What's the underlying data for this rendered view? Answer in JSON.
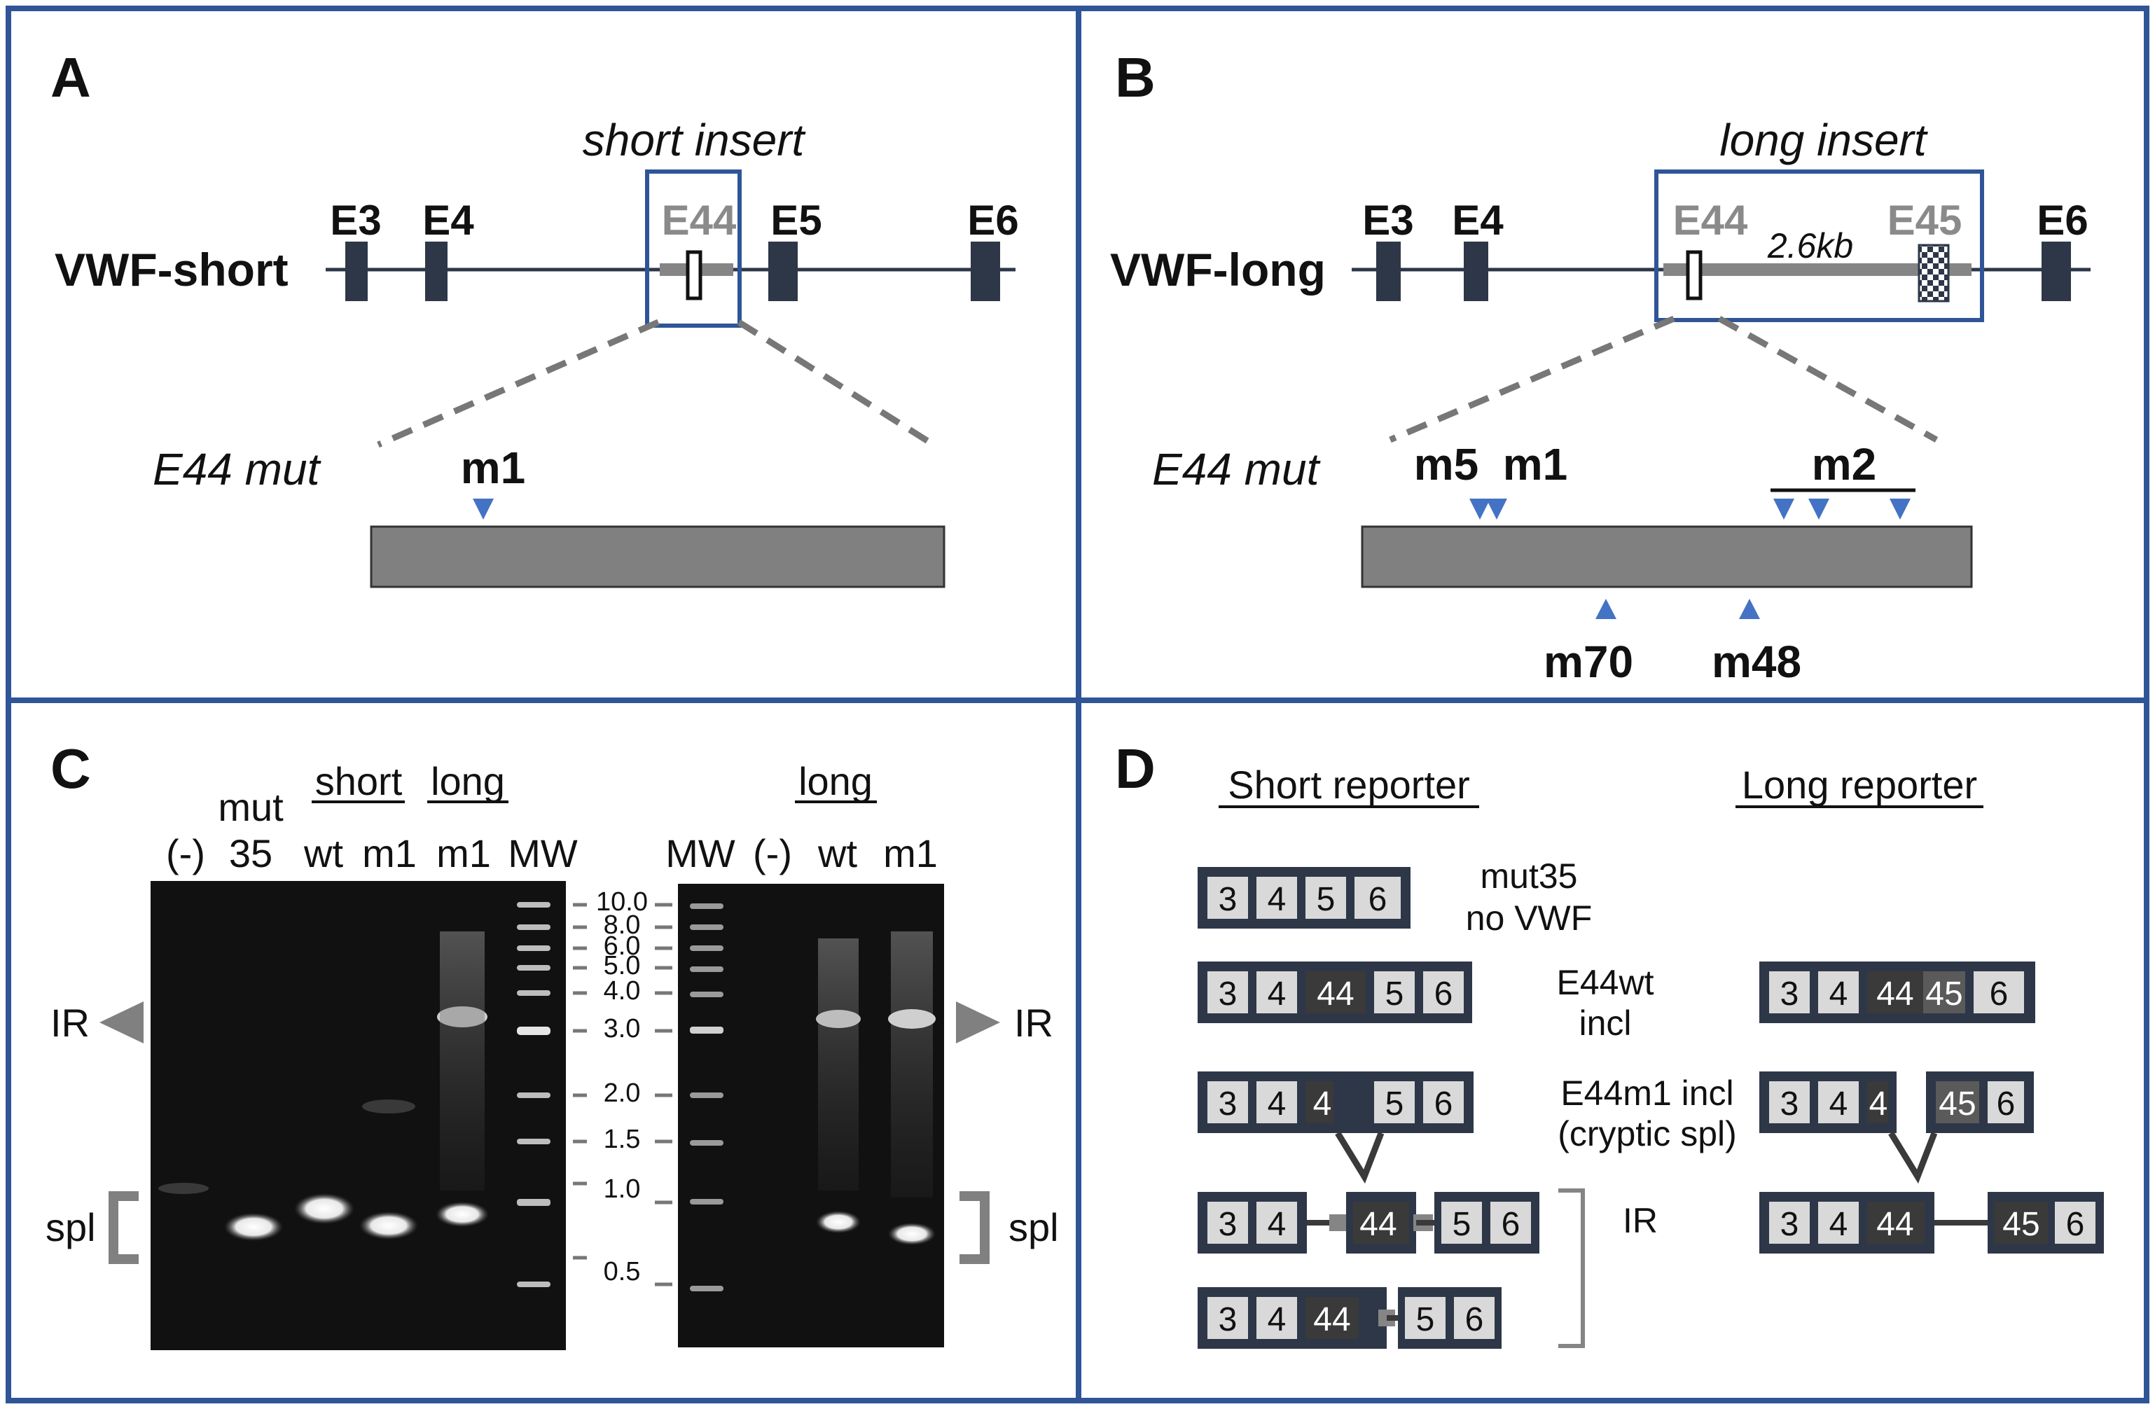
{
  "colors": {
    "frame": "#2f5597",
    "exon": "#2d3748",
    "intron_gray": "#858585",
    "mut_marker": "#4472c4",
    "gel_bg": "#111111",
    "box_light": "#d9d9d9",
    "box_dark": "#3a3a3a"
  },
  "panelA": {
    "letter": "A",
    "insert_label": "short insert",
    "construct_label": "VWF-short",
    "exons": [
      "E3",
      "E4",
      "E44",
      "E5",
      "E6"
    ],
    "mut_label": "E44 mut",
    "mutations": [
      "m1"
    ]
  },
  "panelB": {
    "letter": "B",
    "insert_label": "long insert",
    "construct_label": "VWF-long",
    "exons": [
      "E3",
      "E4",
      "E44",
      "E45",
      "E6"
    ],
    "intron_size": "2.6kb",
    "mut_label": "E44 mut",
    "mutations_top": [
      "m5",
      "m1",
      "m2"
    ],
    "mutations_bottom": [
      "m70",
      "m48"
    ]
  },
  "panelC": {
    "letter": "C",
    "gel1": {
      "group_headers": [
        "short",
        "long"
      ],
      "lane_labels": [
        "(-)",
        "mut\n35",
        "wt",
        "m1",
        "m1",
        "MW"
      ],
      "lane_label_top": "mut",
      "lane_label_bottom": "35"
    },
    "mw_ladder": [
      "10.0",
      "8.0",
      "6.0",
      "5.0",
      "4.0",
      "3.0",
      "2.0",
      "1.5",
      "1.0",
      "0.5"
    ],
    "gel2": {
      "group_header": "long",
      "lane_labels": [
        "MW",
        "(-)",
        "wt",
        "m1"
      ]
    },
    "ir_label": "IR",
    "spl_label": "spl"
  },
  "panelD": {
    "letter": "D",
    "short_title": "Short reporter",
    "long_title": "Long reporter",
    "rows": [
      {
        "label_line1": "mut35",
        "label_line2": "no VWF"
      },
      {
        "label_line1": "E44wt",
        "label_line2": "incl"
      },
      {
        "label_line1": "E44m1 incl",
        "label_line2": "(cryptic spl)"
      },
      {
        "label_line1": "IR",
        "label_line2": ""
      }
    ],
    "exon_numbers": {
      "e3": "3",
      "e4": "4",
      "e44": "44",
      "e44_partial": "4",
      "e45": "45",
      "e5": "5",
      "e6": "6"
    }
  }
}
